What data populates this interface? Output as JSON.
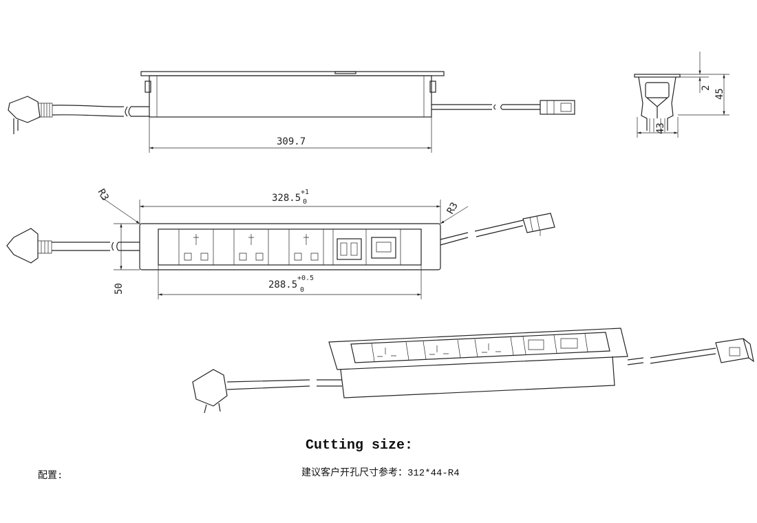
{
  "top_view": {
    "length_dim": "309.7"
  },
  "side_view": {
    "lip_dim": "2",
    "height_dim": "45",
    "width_dim": "43"
  },
  "front_view": {
    "outer_length": "328.5",
    "outer_tol_upper": "+1",
    "outer_tol_lower": "0",
    "inner_length": "288.5",
    "inner_tol_upper": "+0.5",
    "inner_tol_lower": "0",
    "height_dim": "50",
    "radius_left": "R3",
    "radius_right": "R3"
  },
  "notes": {
    "cutting_title": "Cutting size:",
    "cutting_note": "建议客户开孔尺寸参考：312*44-R4",
    "config_label": "配置:"
  },
  "colors": {
    "line": "#222222",
    "background": "#ffffff"
  }
}
